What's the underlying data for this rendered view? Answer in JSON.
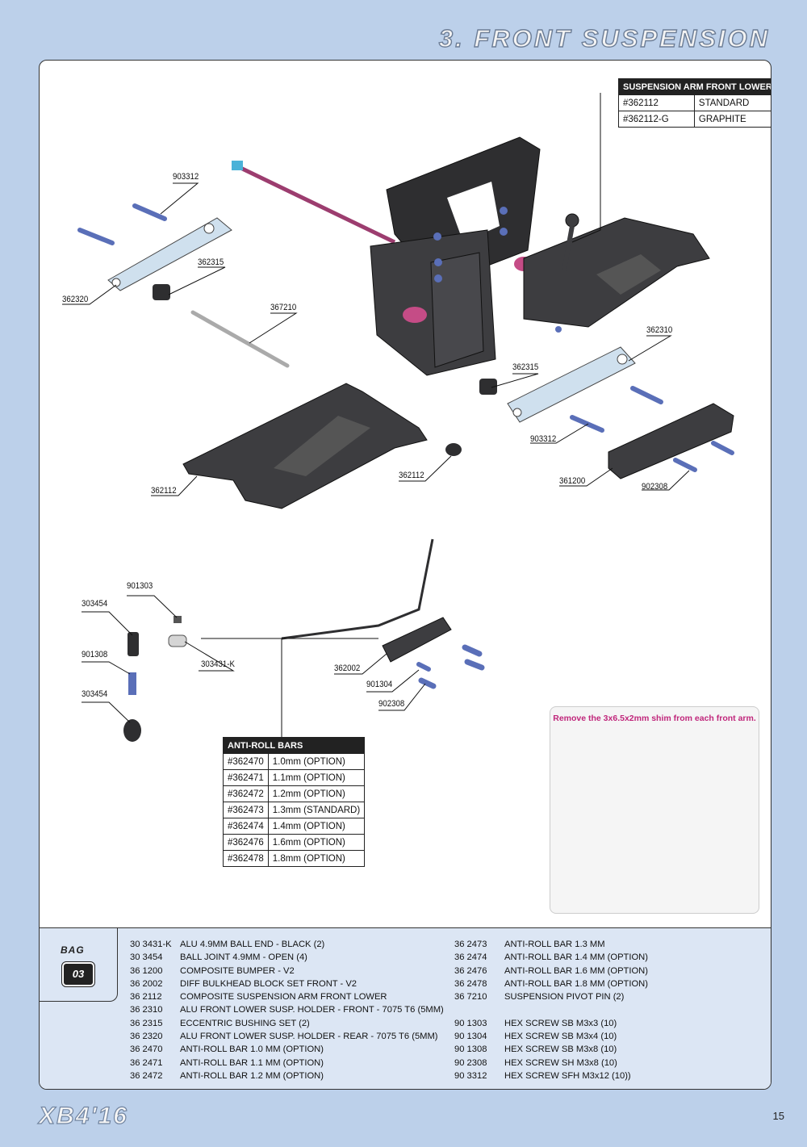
{
  "page": {
    "title": "3. FRONT SUSPENSION",
    "logo": "XB4'16",
    "page_number": "15"
  },
  "arm_table": {
    "header": "SUSPENSION ARM FRONT LOWER",
    "rows": [
      [
        "#362112",
        "STANDARD"
      ],
      [
        "#362112-G",
        "GRAPHITE"
      ]
    ]
  },
  "labels": {
    "l903312a": "903312",
    "l362315a": "362315",
    "l362320": "362320",
    "l367210": "367210",
    "l362310": "362310",
    "l362315b": "362315",
    "l903312b": "903312",
    "l362112a": "362112",
    "l362112b": "362112",
    "l361200": "361200",
    "l902308a": "902308",
    "l901303": "901303",
    "l303454a": "303454",
    "l901308": "901308",
    "l303454b": "303454",
    "l303431k": "303431-K",
    "l362002": "362002",
    "l901304": "901304",
    "l902308b": "902308"
  },
  "antiroll_table": {
    "header": "ANTI-ROLL BARS",
    "rows": [
      [
        "#362470",
        "1.0mm (OPTION)"
      ],
      [
        "#362471",
        "1.1mm (OPTION)"
      ],
      [
        "#362472",
        "1.2mm (OPTION)"
      ],
      [
        "#362473",
        "1.3mm (STANDARD)"
      ],
      [
        "#362474",
        "1.4mm (OPTION)"
      ],
      [
        "#362476",
        "1.6mm (OPTION)"
      ],
      [
        "#362478",
        "1.8mm (OPTION)"
      ]
    ]
  },
  "callout": {
    "text": "Remove the 3x6.5x2mm shim from each front arm.",
    "warning": "!"
  },
  "bag": {
    "label": "BAG",
    "number": "03"
  },
  "parts_left": [
    [
      "30 3431-K",
      "ALU 4.9MM BALL END - BLACK (2)"
    ],
    [
      "30 3454",
      "BALL JOINT 4.9MM - OPEN (4)"
    ],
    [
      "36 1200",
      "COMPOSITE BUMPER - V2"
    ],
    [
      "36 2002",
      "DIFF BULKHEAD BLOCK SET FRONT - V2"
    ],
    [
      "36 2112",
      "COMPOSITE SUSPENSION ARM FRONT LOWER"
    ],
    [
      "36 2310",
      "ALU FRONT LOWER SUSP. HOLDER - FRONT - 7075 T6 (5MM)"
    ],
    [
      "36 2315",
      "ECCENTRIC BUSHING SET (2)"
    ],
    [
      "36 2320",
      "ALU FRONT LOWER SUSP. HOLDER - REAR - 7075 T6 (5MM)"
    ],
    [
      "36 2470",
      "ANTI-ROLL BAR 1.0 MM (OPTION)"
    ],
    [
      "36 2471",
      "ANTI-ROLL BAR 1.1 MM (OPTION)"
    ],
    [
      "36 2472",
      "ANTI-ROLL BAR 1.2 MM (OPTION)"
    ]
  ],
  "parts_right": [
    [
      "36 2473",
      "ANTI-ROLL BAR 1.3 MM"
    ],
    [
      "36 2474",
      "ANTI-ROLL BAR 1.4 MM (OPTION)"
    ],
    [
      "36 2476",
      "ANTI-ROLL BAR 1.6 MM (OPTION)"
    ],
    [
      "36 2478",
      "ANTI-ROLL BAR 1.8 MM (OPTION)"
    ],
    [
      "36 7210",
      "SUSPENSION PIVOT PIN (2)"
    ],
    [
      "",
      ""
    ],
    [
      "90 1303",
      "HEX SCREW  SB M3x3  (10)"
    ],
    [
      "90 1304",
      "HEX SCREW  SB M3x4  (10)"
    ],
    [
      "90 1308",
      "HEX SCREW  SB M3x8  (10)"
    ],
    [
      "90 2308",
      "HEX SCREW  SH M3x8  (10)"
    ],
    [
      "90 3312",
      "HEX SCREW  SFH M3x12  (10))"
    ]
  ],
  "colors": {
    "background": "#bcd0ea",
    "footer": "#dce6f4",
    "part_dark": "#3a3a3c",
    "alu": "#cfe0ee",
    "screw": "#5a6fb8",
    "accent": "#c0267b"
  }
}
